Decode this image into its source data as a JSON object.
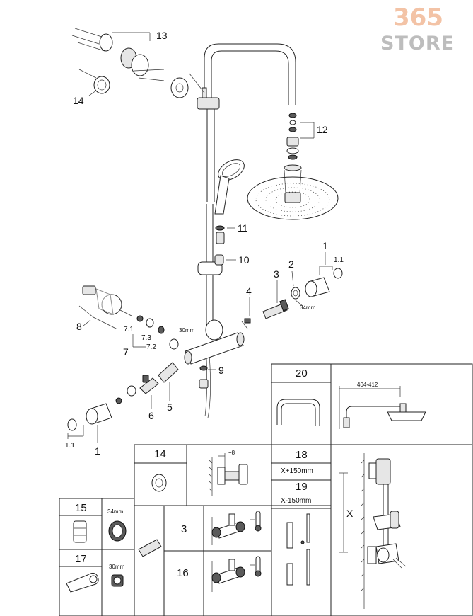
{
  "logo": {
    "number": "365",
    "word": "STORE"
  },
  "callouts": {
    "p1_top": "1",
    "p1_1_top": "1.1",
    "p2": "2",
    "p3": "3",
    "p4": "4",
    "p5": "5",
    "p6": "6",
    "p7": "7",
    "p7_1": "7.1",
    "p7_2": "7.2",
    "p7_3": "7.3",
    "p8": "8",
    "p9": "9",
    "p10": "10",
    "p11": "11",
    "p12": "12",
    "p13": "13",
    "p14": "14",
    "p1_bottom": "1",
    "p1_1_bottom": "1.1"
  },
  "dimensions": {
    "top_34mm": "34mm",
    "mid_30mm": "30mm",
    "arm_span": "404-412",
    "offset_plus8": "+8",
    "height_x": "X"
  },
  "table": {
    "box20": "20",
    "box14": "14",
    "box18": "18",
    "box18_note": "X+150mm",
    "box19": "19",
    "box19_note": "X-150mm",
    "box15": "15",
    "box15_dim": "34mm",
    "box17": "17",
    "box17_dim": "30mm",
    "box3": "3",
    "box16": "16"
  }
}
